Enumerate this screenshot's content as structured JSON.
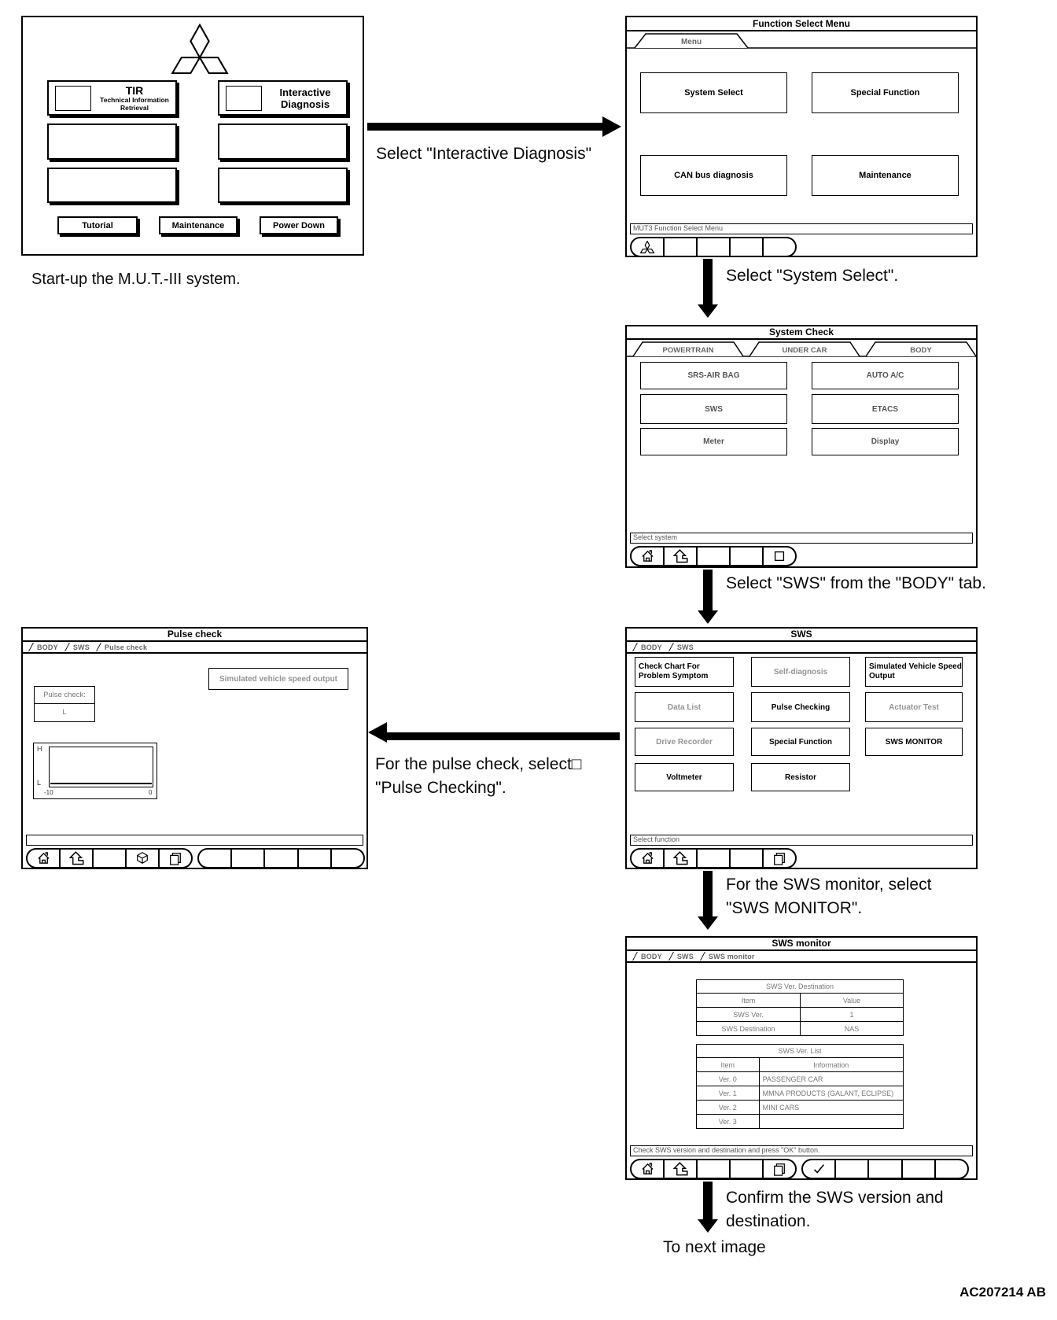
{
  "colors": {
    "ink": "#000000",
    "dim_text": "#555555",
    "disabled_text": "#949494"
  },
  "annotations": {
    "startup_caption": "Start-up the M.U.T.-III system.",
    "step1": "Select \"Interactive Diagnosis\"",
    "step2": "Select \"System Select\".",
    "step3": "Select \"SWS\" from the \"BODY\" tab.",
    "step4_line1": "For the pulse check, select□",
    "step4_line2": "\"Pulse Checking\".",
    "step5_line1": "For the SWS monitor, select",
    "step5_line2": "\"SWS MONITOR\".",
    "step6_line1": "Confirm the SWS version and",
    "step6_line2": "destination.",
    "to_next_image": "To next image",
    "figure_id": "AC207214 AB"
  },
  "startup": {
    "tir_title": "TIR",
    "tir_subtitle": "Technical Information\nRetrieval",
    "interactive_label": "Interactive\nDiagnosis",
    "tutorial": "Tutorial",
    "maintenance": "Maintenance",
    "power_down": "Power Down"
  },
  "function_select": {
    "title": "Function Select Menu",
    "tab": "Menu",
    "buttons": [
      "System Select",
      "Special Function",
      "CAN bus diagnosis",
      "Maintenance"
    ],
    "status": "MUT3 Function Select Menu",
    "toolbar_icons": [
      "mitsubishi-logo",
      "",
      "",
      "",
      ""
    ]
  },
  "system_check": {
    "title": "System Check",
    "tabs": [
      "POWERTRAIN",
      "UNDER CAR",
      "BODY"
    ],
    "buttons": [
      "SRS-AIR BAG",
      "AUTO A/C",
      "SWS",
      "ETACS",
      "Meter",
      "Display"
    ],
    "status": "Select system",
    "toolbar_icons": [
      "home",
      "return-up",
      "",
      "",
      "window"
    ]
  },
  "sws": {
    "title": "SWS",
    "crumbs": [
      "BODY",
      "SWS"
    ],
    "buttons": [
      "Check Chart For Problem Symptom",
      "Self-diagnosis",
      "Simulated Vehicle Speed Output",
      "Data List",
      "Pulse Checking",
      "Actuator Test",
      "Drive Recorder",
      "Special Function",
      "SWS MONITOR",
      "Voltmeter",
      "Resistor"
    ],
    "status": "Select function",
    "toolbar_icons": [
      "home",
      "return-up",
      "",
      "",
      "pages"
    ]
  },
  "pulse_check": {
    "title": "Pulse check",
    "crumbs": [
      "BODY",
      "SWS",
      "Pulse check"
    ],
    "sim_output_button": "Simulated vehicle speed output",
    "pulse_label": "Pulse check:",
    "pulse_value": "L",
    "graph": {
      "y_high": "H",
      "y_low": "L",
      "x_min": "-10",
      "x_max": "0"
    },
    "status": "",
    "toolbar_icons_left": [
      "home",
      "return-up",
      "",
      "cube",
      "pages"
    ],
    "toolbar_icons_right": [
      "",
      "",
      "",
      "",
      ""
    ]
  },
  "sws_monitor": {
    "title": "SWS monitor",
    "crumbs": [
      "BODY",
      "SWS",
      "SWS monitor"
    ],
    "ver_table": {
      "title": "SWS Ver. Destination",
      "col1": "Item",
      "col2": "Value",
      "rows": [
        [
          "SWS Ver.",
          "1"
        ],
        [
          "SWS Destination",
          "NAS"
        ]
      ]
    },
    "list_table": {
      "title": "SWS Ver. List",
      "col1": "Item",
      "col2": "Information",
      "rows": [
        [
          "Ver. 0",
          "PASSENGER CAR"
        ],
        [
          "Ver. 1",
          "MMNA PRODUCTS (GALANT, ECLIPSE)"
        ],
        [
          "Ver. 2",
          "MINI CARS"
        ],
        [
          "Ver. 3",
          ""
        ]
      ]
    },
    "status": "Check SWS version and destination and press \"OK\" button.",
    "toolbar_icons_left": [
      "home",
      "return-up",
      "",
      "",
      "pages"
    ],
    "toolbar_icons_right": [
      "ok-check",
      "",
      "",
      "",
      ""
    ]
  }
}
